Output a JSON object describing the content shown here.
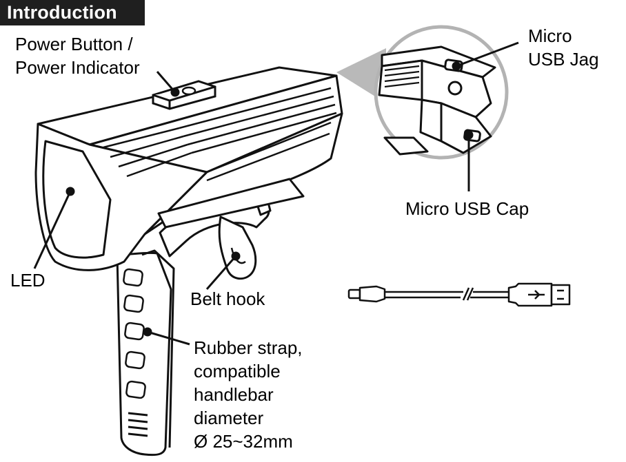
{
  "heading": "Introduction",
  "labels": {
    "power_lines": [
      "Power Button /",
      "Power Indicator"
    ],
    "micro_usb_jag_lines": [
      "Micro",
      "USB Jag"
    ],
    "micro_usb_cap": "Micro USB Cap",
    "led": "LED",
    "belt_hook": "Belt hook",
    "rubber_strap_lines": [
      "Rubber strap,",
      "compatible",
      "handlebar",
      "diameter",
      "Ø 25~32mm"
    ]
  },
  "icons": [
    "bike-light-drawing",
    "usb-port-zoom-icon",
    "micro-usb-cable-icon"
  ]
}
